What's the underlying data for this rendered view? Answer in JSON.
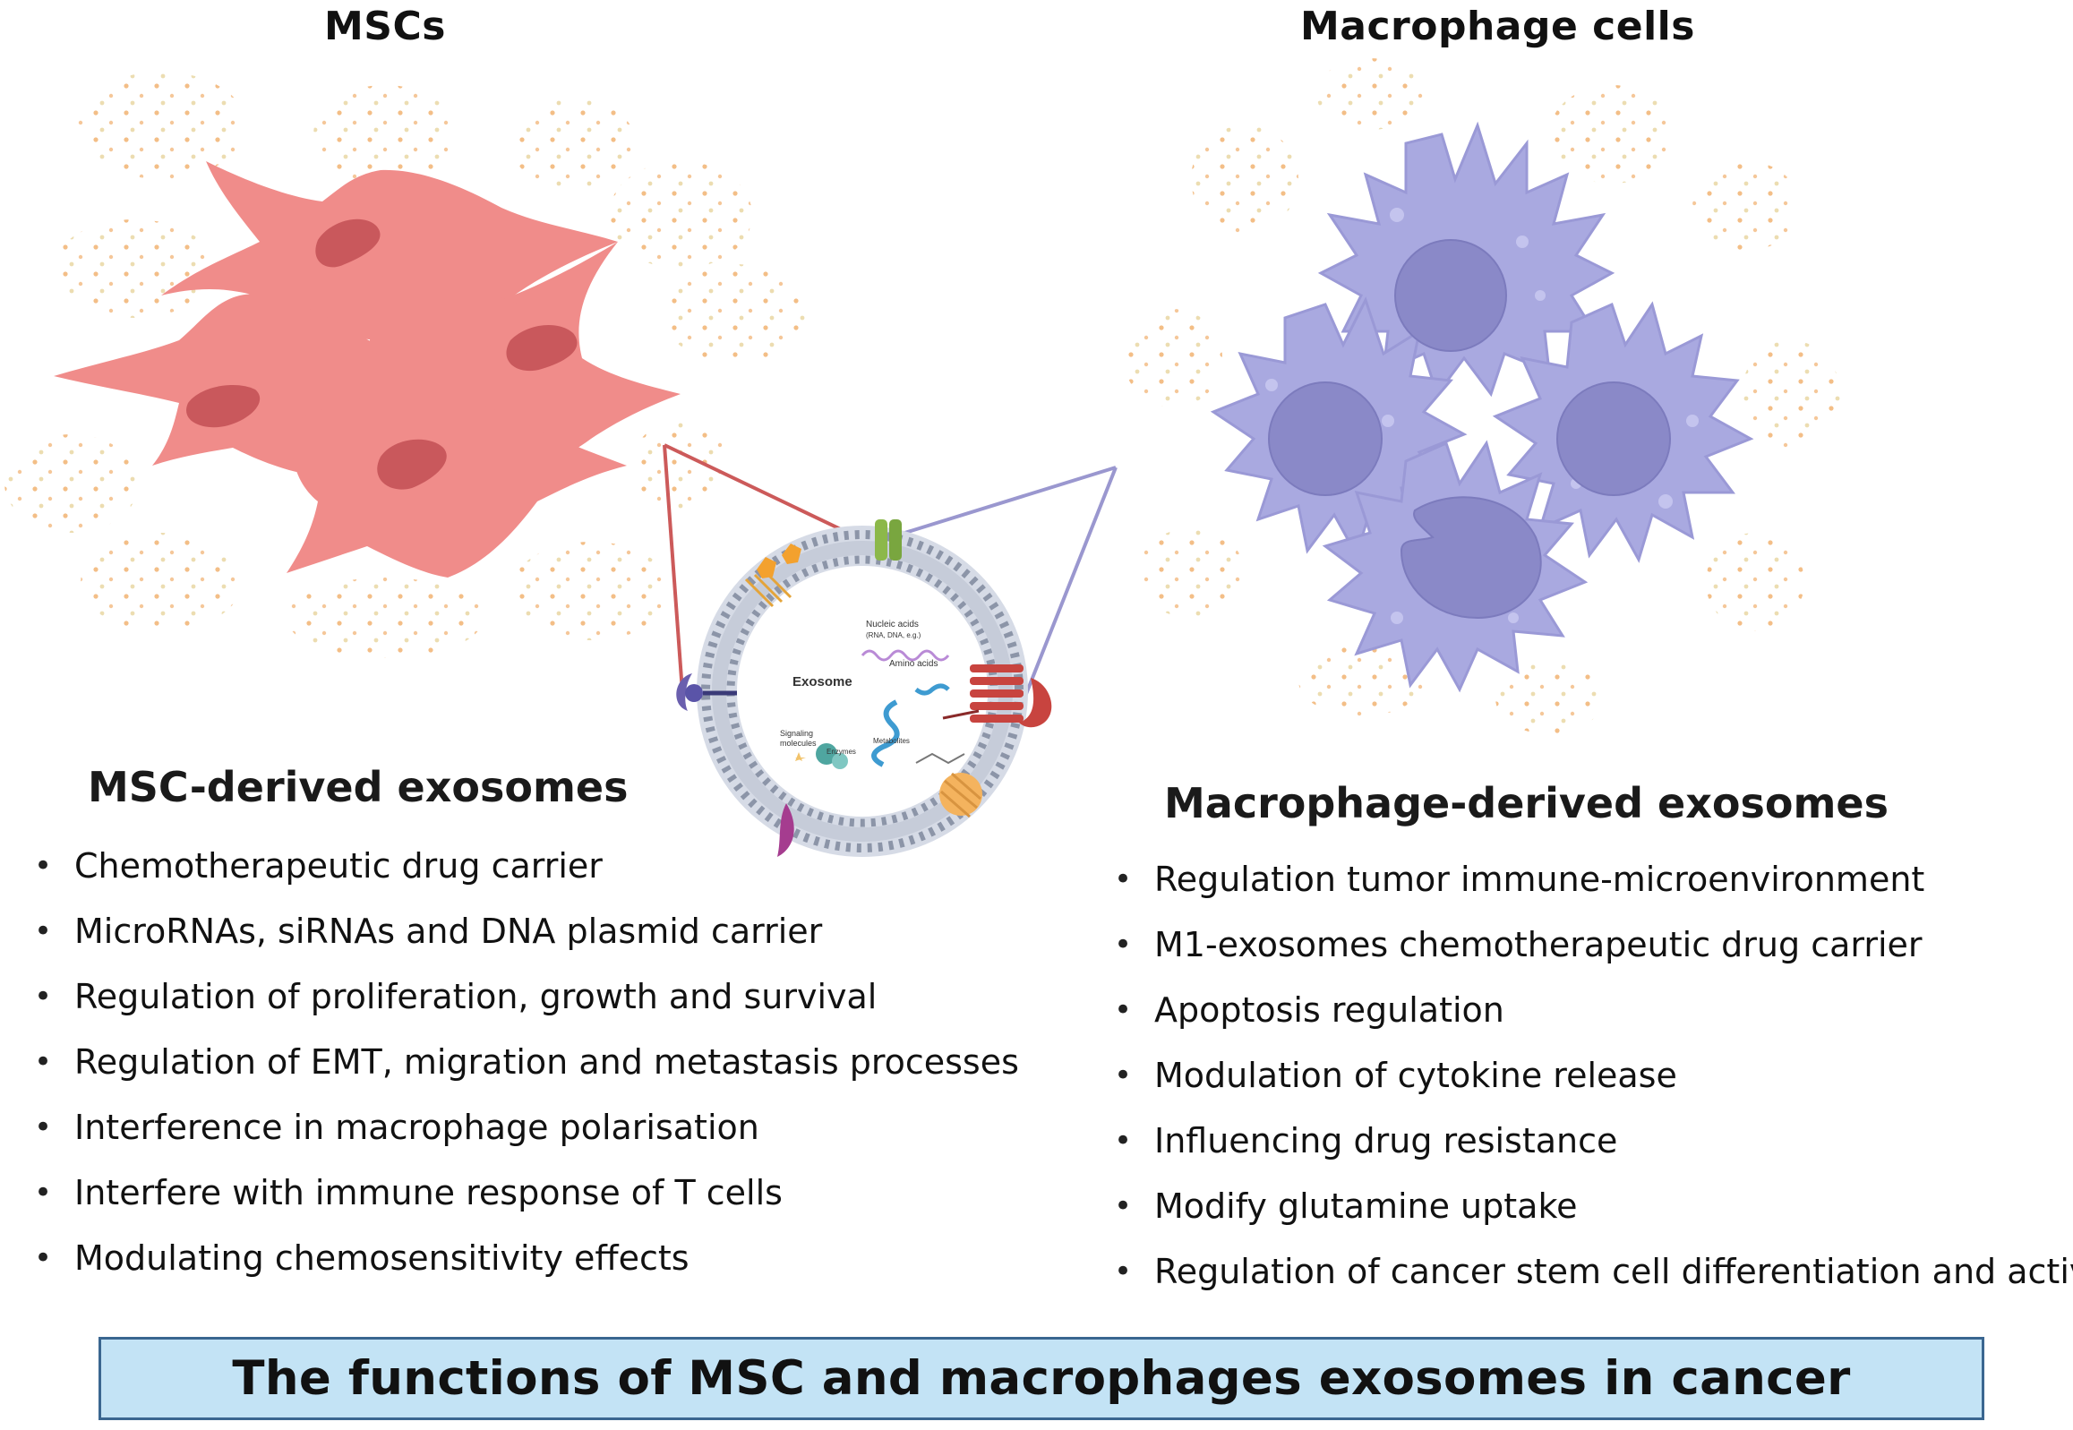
{
  "msc": {
    "title": "MSCs",
    "heading": "MSC-derived exosomes",
    "functions": [
      "Chemotherapeutic drug carrier",
      "MicroRNAs, siRNAs and DNA plasmid carrier",
      "Regulation of proliferation, growth and survival",
      "Regulation of EMT, migration and metastasis processes",
      "Interference in macrophage polarisation",
      "Interfere with immune response of T cells",
      "Modulating chemosensitivity effects"
    ],
    "color": "#f08c8a",
    "nucleus_color": "#c9585c",
    "line_color": "#cc5a5a"
  },
  "macrophage": {
    "title": "Macrophage cells",
    "heading": "Macrophage-derived exosomes",
    "functions": [
      "Regulation tumor immune-microenvironment",
      "M1-exosomes chemotherapeutic drug carrier",
      "Apoptosis regulation",
      "Modulation of cytokine release",
      "Influencing drug resistance",
      "Modify glutamine uptake",
      "Regulation of cancer stem cell differentiation and activity"
    ],
    "color": "#a9a9e0",
    "nucleus_color": "#8a89c8",
    "line_color": "#9a97cf"
  },
  "exosome": {
    "label": "Exosome",
    "nucleic_acids": "Nucleic acids",
    "nucleic_acids_sub": "(RNA, DNA, e.g.)",
    "amino_acids": "Amino acids",
    "signaling_1": "Signaling",
    "signaling_2": "molecules",
    "enzymes": "Enzymes",
    "metabolites": "Metabolites"
  },
  "footer": {
    "text": "The functions of MSC and macrophages exosomes in cancer",
    "background": "#c3e3f5",
    "border": "#3a6690"
  }
}
